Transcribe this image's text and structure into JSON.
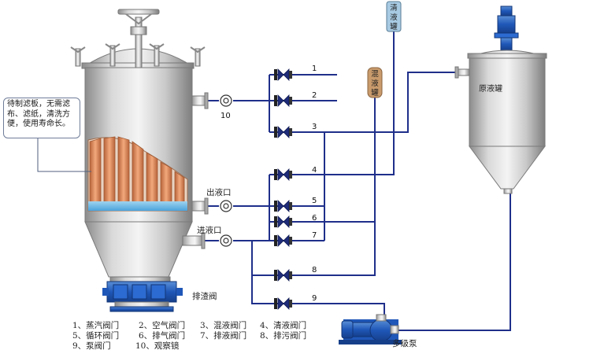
{
  "note": "待制滤板，无需滤布、滤纸，清洗方便，使用寿命长。",
  "labels": {
    "outlet": "出液口",
    "inlet": "进液口",
    "slag_valve": "排渣阀",
    "clear_tank": "清液罐",
    "mixed_tank": "混液罐",
    "raw_tank": "原液罐",
    "pump": "多级泵",
    "sight_glass_no": "10"
  },
  "valve_numbers": [
    "1",
    "2",
    "3",
    "4",
    "5",
    "6",
    "7",
    "8",
    "9"
  ],
  "legend": [
    "1、蒸汽阀门",
    "2、空气阀门",
    "3、混液阀门",
    "4、清液阀门",
    "5、循环阀门",
    "6、排气阀门",
    "7、排液阀门",
    "8、排污阀门",
    "9、泵阀门",
    "10、观察镜"
  ],
  "colors": {
    "pipe": "#1f2f8a",
    "valve": "#1e2c7a",
    "steel_light": "#eeeeee",
    "steel_dark": "#8d8d8d",
    "filter": "#d9855a",
    "tag_blue": "#a8cbe3",
    "tag_brown": "#c99b6c"
  }
}
